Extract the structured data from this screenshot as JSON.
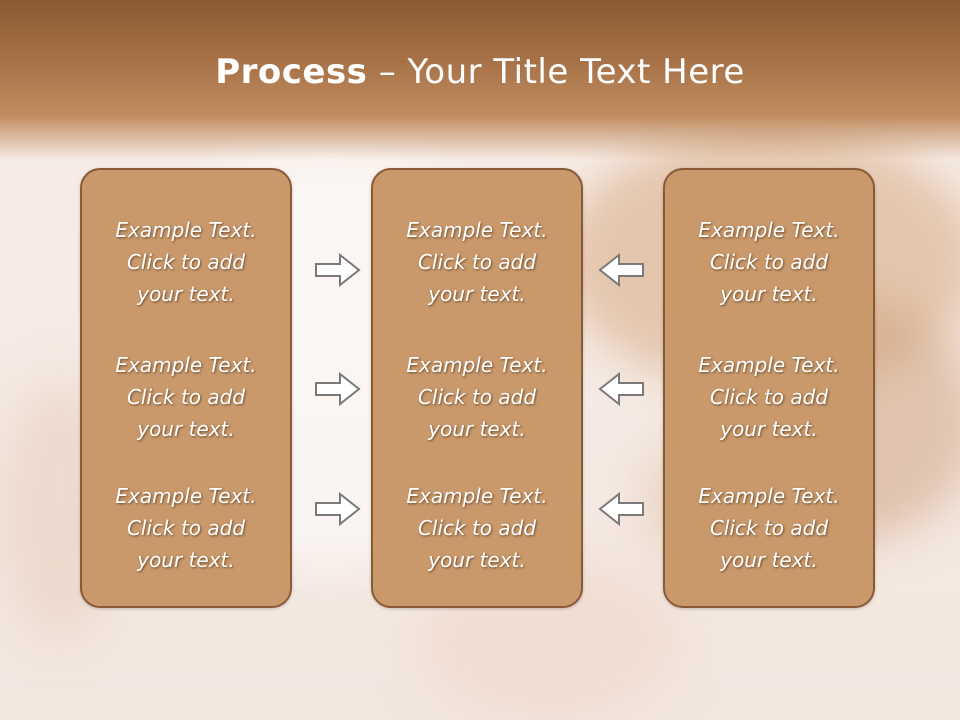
{
  "slide": {
    "title_strong": "Process",
    "title_rest": " – Your Title Text Here"
  },
  "columns": [
    {
      "items": [
        {
          "line1": "Example Text.",
          "line2": "Click  to add",
          "line3": "your text."
        },
        {
          "line1": "Example Text.",
          "line2": "Click  to add",
          "line3": "your text."
        },
        {
          "line1": "Example Text.",
          "line2": "Click  to add",
          "line3": "your text."
        }
      ]
    },
    {
      "items": [
        {
          "line1": "Example Text.",
          "line2": "Click  to add",
          "line3": "your text."
        },
        {
          "line1": "Example Text.",
          "line2": "Click  to add",
          "line3": "your text."
        },
        {
          "line1": "Example Text.",
          "line2": "Click  to add",
          "line3": "your text."
        }
      ]
    },
    {
      "items": [
        {
          "line1": "Example Text.",
          "line2": "Click  to add",
          "line3": "your text."
        },
        {
          "line1": "Example Text.",
          "line2": "Click  to add",
          "line3": "your text."
        },
        {
          "line1": "Example Text.",
          "line2": "Click  to add",
          "line3": "your text."
        }
      ]
    }
  ],
  "icons": {
    "left_arrows": "arrow-right-icon",
    "right_arrows": "arrow-left-icon"
  },
  "colors": {
    "title_bar": "#a87348",
    "box_fill": "#c9996b",
    "box_border": "#8a5a37",
    "text": "#ffffff"
  }
}
